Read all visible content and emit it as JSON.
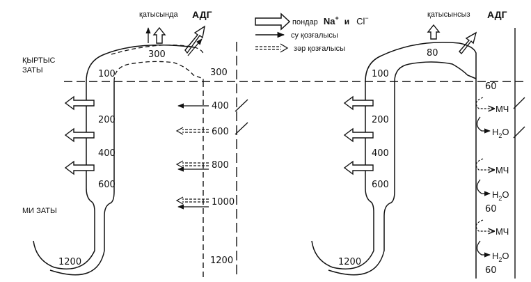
{
  "title_left": {
    "phrase": "қатысында",
    "hormone": "АДГ"
  },
  "title_right": {
    "phrase": "қатысынсыз",
    "hormone": "АДГ"
  },
  "legend": {
    "ions_label": "пондар",
    "ion1_base": "Na",
    "ion1_sup": "+",
    "and": "и",
    "ion2_base": "Cl",
    "ion2_sup": "−",
    "water_label": "су қозғалысы",
    "urea_label": "зәр қозғалысы"
  },
  "zones": {
    "cortex_line1": "ҚЫРТЫС",
    "cortex_line2": "ЗАТЫ",
    "medulla": "МИ ЗАТЫ"
  },
  "left_panel": {
    "loop_top": "300",
    "loop_corner": "100",
    "loop_values": [
      "200",
      "400",
      "600"
    ],
    "loop_bottom": "1200",
    "duct_values": [
      "300",
      "400",
      "600",
      "800",
      "1000",
      "1200"
    ]
  },
  "right_panel": {
    "loop_top": "80",
    "loop_corner": "100",
    "loop_values": [
      "200",
      "400",
      "600"
    ],
    "loop_bottom": "1200",
    "duct_values": [
      "60",
      "60",
      "60"
    ],
    "mch_label": "МЧ",
    "water_base": "H",
    "water_sub": "2",
    "water_o": "O"
  }
}
